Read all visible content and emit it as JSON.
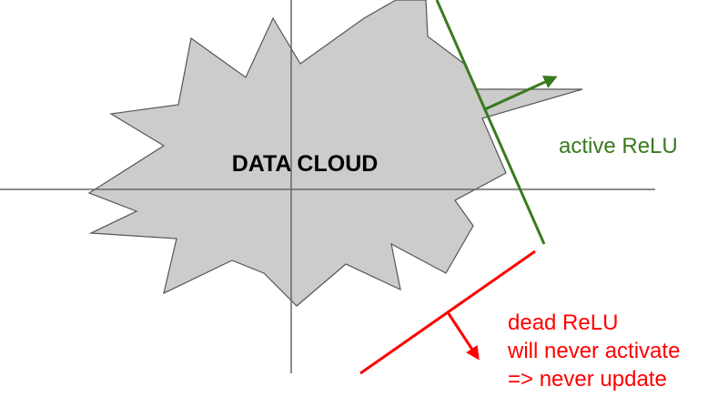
{
  "cloud": {
    "label": "DATA CLOUD",
    "fill": "#cccccc",
    "stroke": "#555555"
  },
  "axes": {
    "color": "#666666"
  },
  "active_relu": {
    "label": "active ReLU",
    "color": "#3a7a20"
  },
  "dead_relu": {
    "lines": [
      "dead ReLU",
      "will never activate",
      "=> never update"
    ],
    "color": "#ff0000"
  }
}
